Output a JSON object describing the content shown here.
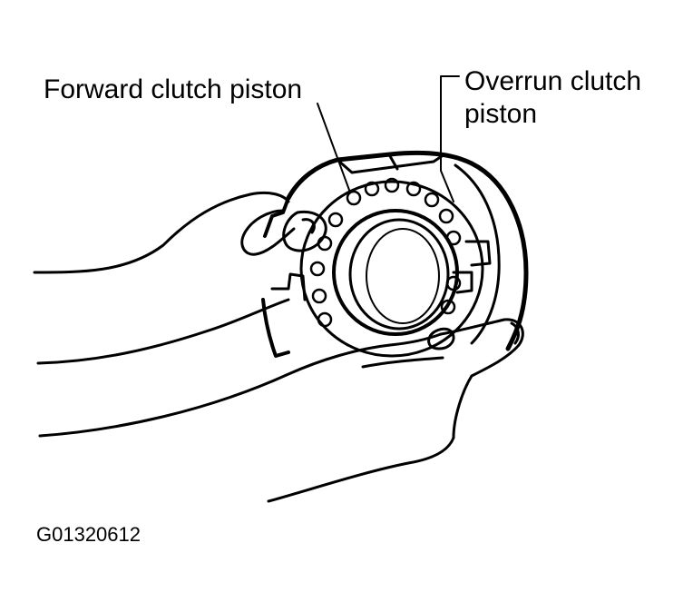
{
  "labels": {
    "forward_clutch_piston": "Forward clutch piston",
    "overrun_clutch_piston_line1": "Overrun clutch",
    "overrun_clutch_piston_line2": "piston"
  },
  "figure_code": "G01320612",
  "colors": {
    "ink": "#000000",
    "paper": "#ffffff"
  }
}
